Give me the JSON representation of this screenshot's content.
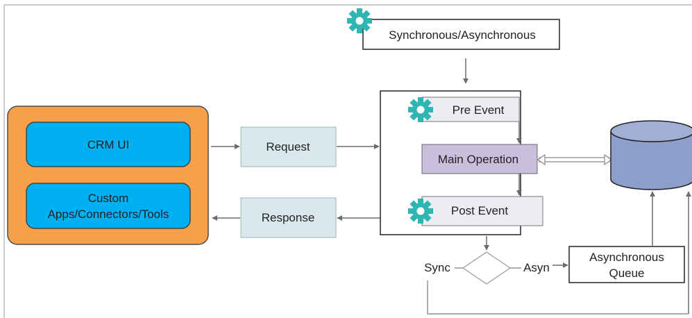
{
  "client": {
    "crm_ui": "CRM UI",
    "custom_apps_line1": "Custom",
    "custom_apps_line2": "Apps/Connectors/Tools"
  },
  "request": "Request",
  "response": "Response",
  "sync_async": "Synchronous/Asynchronous",
  "pipeline": {
    "pre_event": "Pre Event",
    "main_operation": "Main Operation",
    "post_event": "Post Event"
  },
  "decision": {
    "sync": "Sync",
    "async": "Asyn"
  },
  "queue_line1": "Asynchronous",
  "queue_line2": "Queue",
  "icons": [
    "gear-icon",
    "database-icon"
  ],
  "colors": {
    "client_container": "#f7a04b",
    "client_items": "#00b0f0",
    "message_boxes": "#dae8ed",
    "event_boxes": "#eeecf3",
    "main_operation": "#c9bfdc",
    "database": "#8e9ecb",
    "gear": "#2fb5b2"
  }
}
